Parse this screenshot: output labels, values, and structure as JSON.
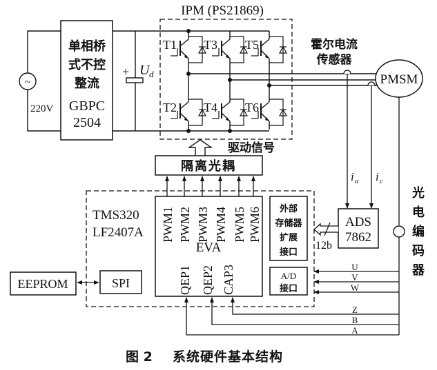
{
  "source": {
    "voltage": "220V",
    "symbol": "~"
  },
  "rectifier": {
    "lines": [
      "单相桥",
      "式不控",
      "整流",
      "GBPC",
      "2504"
    ]
  },
  "capacitor": {
    "plus": "+",
    "label_main": "U",
    "label_sub": "d"
  },
  "ipm": {
    "title": "IPM (PS21869)",
    "transistors": [
      "T1",
      "T3",
      "T5",
      "T2",
      "T4",
      "T6"
    ]
  },
  "hall_sensor": {
    "lines": [
      "霍尔电流",
      "传感器"
    ]
  },
  "motor": {
    "label": "PMSM"
  },
  "drive_signal": "驱动信号",
  "optocoupler": {
    "label": "隔离光耦"
  },
  "dsp": {
    "name_lines": [
      "TMS320",
      "LF2407A"
    ],
    "eva_label": "EVA",
    "pwm": [
      "PWM1",
      "PWM2",
      "PWM3",
      "PWM4",
      "PWM5",
      "PWM6"
    ],
    "capture": [
      "QEP1",
      "QEP2",
      "CAP3"
    ]
  },
  "ext_memory": {
    "lines": [
      "外部",
      "存储器",
      "扩展",
      "接口"
    ]
  },
  "ad_interface": {
    "lines": [
      "A/D",
      "接口"
    ]
  },
  "adc": {
    "lines": [
      "ADS",
      "7862"
    ],
    "bus_width": "12b"
  },
  "current_labels": {
    "ia_main": "i",
    "ia_sub": "a",
    "ic_main": "i",
    "ic_sub": "c"
  },
  "encoder": {
    "label_chars": [
      "光",
      "电",
      "编",
      "码",
      "器"
    ]
  },
  "encoder_signals": {
    "hall": [
      "U",
      "V",
      "W"
    ],
    "quad": [
      "Z",
      "B",
      "A"
    ]
  },
  "eeprom": {
    "label": "EEPROM"
  },
  "spi": {
    "label": "SPI"
  },
  "caption": {
    "figure": "图 2",
    "title": "系统硬件基本结构"
  }
}
